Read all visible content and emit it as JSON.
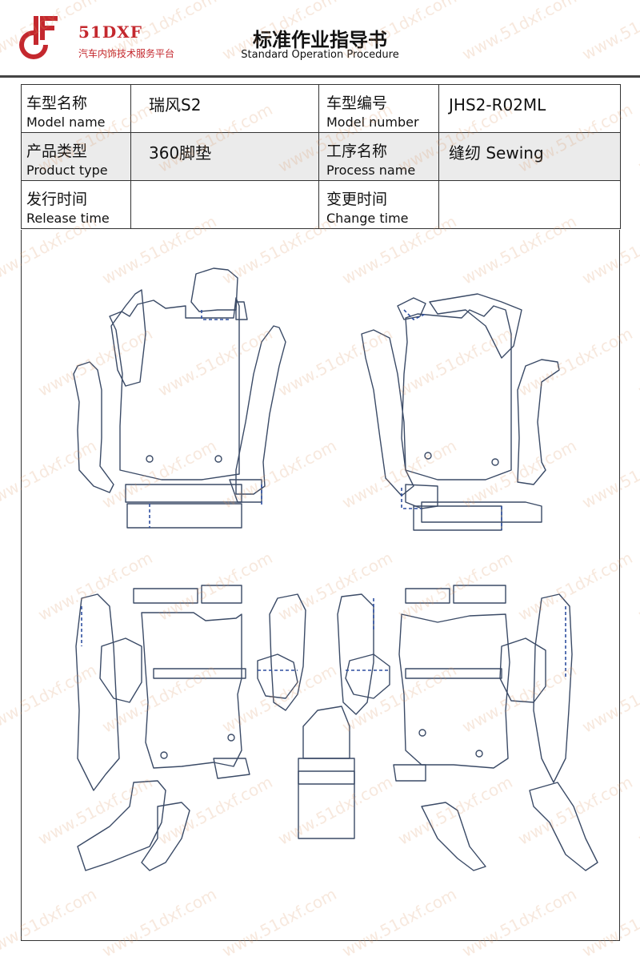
{
  "header": {
    "logo_text": "51DXF",
    "logo_subtext": "汽车内饰技术服务平台",
    "title": "标准作业指导书",
    "subtitle": "Standard Operation Procedure"
  },
  "info_table": {
    "model_name_cn": "车型名称",
    "model_name_en": "Model name",
    "model_name_value": "瑞风S2",
    "model_number_cn": "车型编号",
    "model_number_en": "Model number",
    "model_number_value": "JHS2-R02ML",
    "product_type_cn": "产品类型",
    "product_type_en": "Product type",
    "product_type_value": "360脚垫",
    "process_name_cn": "工序名称",
    "process_name_en": "Process name",
    "process_name_value": "缝纫 Sewing",
    "release_time_cn": "发行时间",
    "release_time_en": "Release time",
    "release_time_value": "",
    "change_time_cn": "变更时间",
    "change_time_en": "Change time",
    "change_time_value": ""
  },
  "watermark": "www.51dxf.com",
  "colors": {
    "brand": "#c4282e",
    "outline": "#3a4a66",
    "stitch": "#2e4fa0",
    "shade": "#ebebeb"
  }
}
